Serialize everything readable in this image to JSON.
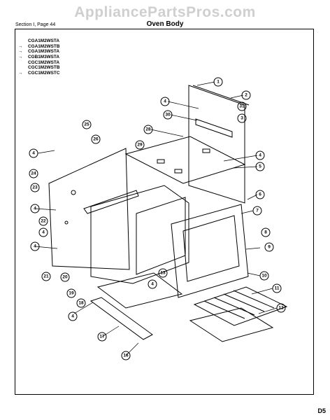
{
  "watermark": "AppliancePartsPros.com",
  "header": {
    "section_label": "Section I, Page 44",
    "title": "Oven Body"
  },
  "models": [
    {
      "code": "CGA1M2WSTA",
      "arrow": false
    },
    {
      "code": "CGA1M2WSTB",
      "arrow": true
    },
    {
      "code": "CGA1M3WSTA",
      "arrow": true
    },
    {
      "code": "CGB1M3WSTA",
      "arrow": true
    },
    {
      "code": "CGC1M2WSTA",
      "arrow": false
    },
    {
      "code": "CGC1M2WSTB",
      "arrow": false
    },
    {
      "code": "CGC1M2WSTC",
      "arrow": true
    }
  ],
  "callouts": [
    "1",
    "2",
    "31",
    "3",
    "4",
    "30",
    "28",
    "25",
    "26",
    "29",
    "4",
    "24",
    "23",
    "4",
    "5",
    "6",
    "4",
    "22",
    "4",
    "7",
    "8",
    "4",
    "9",
    "21",
    "20",
    "4",
    "13",
    "10",
    "19",
    "18",
    "11",
    "12",
    "4",
    "17",
    "16"
  ],
  "page_number": "D5"
}
